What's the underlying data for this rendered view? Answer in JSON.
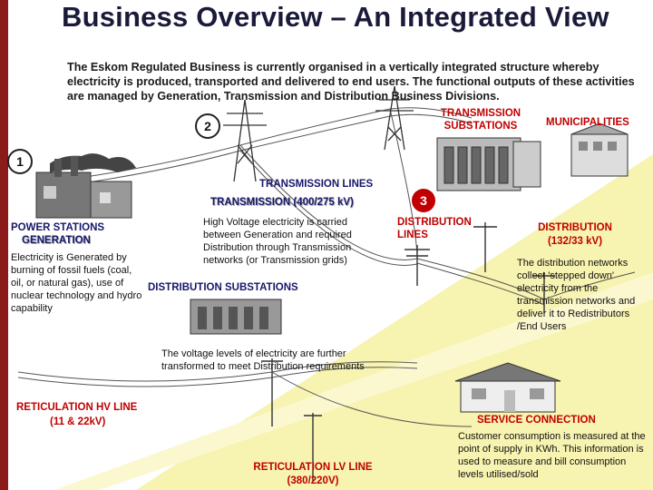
{
  "title": "Business  Overview – An Integrated View",
  "intro": "The Eskom Regulated Business is currently organised in a vertically integrated structure whereby electricity is produced, transported and delivered to end users. The functional outputs of these activities are managed by Generation, Transmission and Distribution Business Divisions.",
  "markers": {
    "one": "1",
    "two": "2",
    "three": "3"
  },
  "labels": {
    "transmission_substations": "TRANSMISSION SUBSTATIONS",
    "municipalities": "MUNICIPALITIES",
    "transmission_lines": "TRANSMISSION LINES",
    "transmission_kv": "TRANSMISSION (400/275 kV)",
    "power_stations": "POWER STATIONS",
    "generation": "GENERATION",
    "distribution_lines": "DISTRIBUTION LINES",
    "distribution_kv_title": "DISTRIBUTION",
    "distribution_kv_value": "(132/33 kV)",
    "distribution_substations": "DISTRIBUTION SUBSTATIONS",
    "reticulation_hv_title": "RETICULATION HV LINE",
    "reticulation_hv_value": "(11 & 22kV)",
    "service_connection": "SERVICE CONNECTION",
    "reticulation_lv_title": "RETICULATION LV LINE",
    "reticulation_lv_value": "(380/220V)"
  },
  "descriptions": {
    "high_voltage": "High Voltage electricity is carried between Generation and required Distribution through Transmission networks (or Transmission grids)",
    "generated_by": "Electricity is Generated by burning of fossil fuels (coal, oil, or natural gas), use of nuclear technology and hydro capability",
    "distribution_networks": "The distribution networks collect 'stepped down' electricity from the transmission networks and deliver it to Redistributors /End Users",
    "voltage_levels": "The voltage levels of electricity are further transformed to meet Distribution requirements",
    "customer_consumption": "Customer consumption is measured at the point of supply in KWh. This information is used to measure and bill consumption levels utilised/sold"
  },
  "colors": {
    "band": "#f7f3b0",
    "accent_red": "#c00000",
    "navy": "#17176b",
    "side_bar": "#8b1a1a"
  }
}
